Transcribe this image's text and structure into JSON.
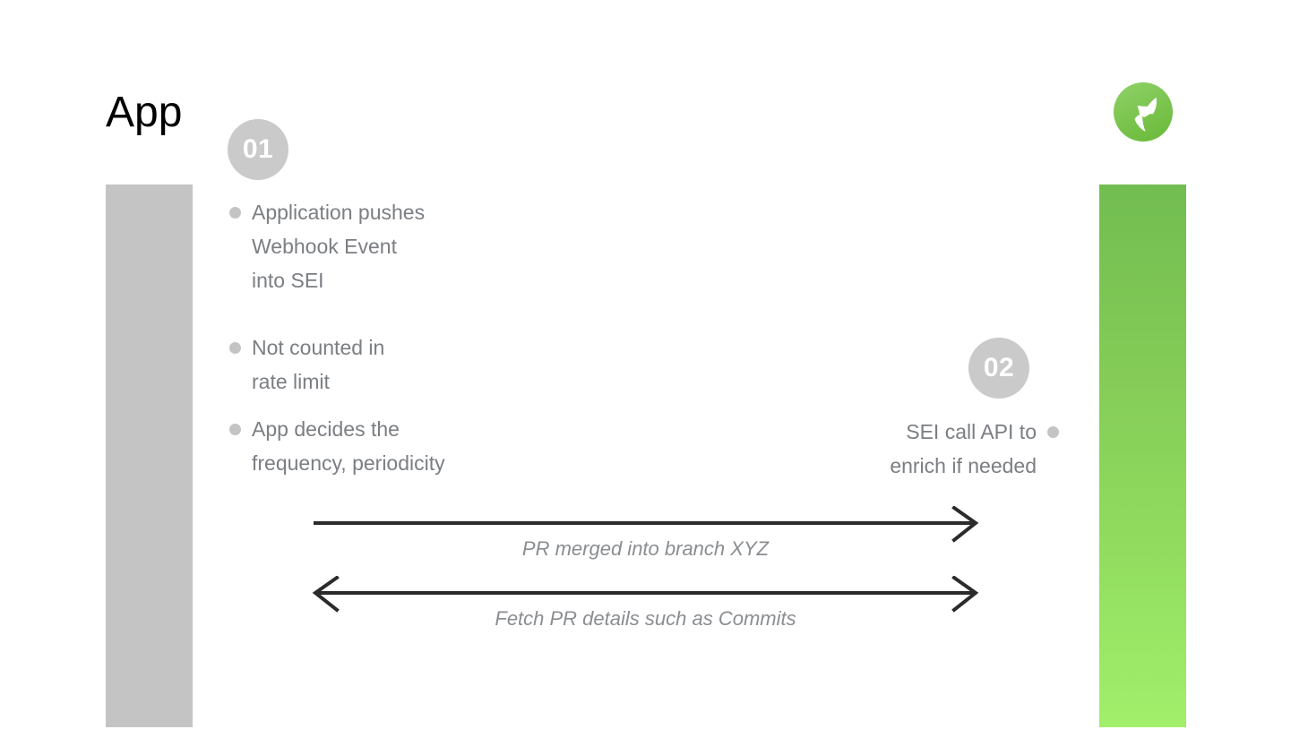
{
  "slide": {
    "title": "App",
    "background_color": "#ffffff"
  },
  "logo": {
    "icon": "propeller-logo-icon",
    "circle_color_top": "#8ccd62",
    "circle_color_bottom": "#73c043",
    "blade_color": "#ffffff"
  },
  "lanes": [
    {
      "name": "app-lane",
      "color": "#c4c4c4"
    },
    {
      "name": "sei-lane",
      "gradient_top": "#72bd51",
      "gradient_bottom": "#a1ef6b"
    }
  ],
  "steps": [
    {
      "number": "01",
      "badge_color": "#cacaca",
      "side": "left",
      "bullets": [
        "Application pushes\nWebhook Event\ninto SEI",
        "Not counted in\nrate limit",
        "App decides the\nfrequency, periodicity"
      ]
    },
    {
      "number": "02",
      "badge_color": "#cacaca",
      "side": "right",
      "bullets": [
        "SEI call API to\nenrich if needed"
      ]
    }
  ],
  "messages": [
    {
      "label": "PR merged into branch XYZ",
      "direction": "right",
      "heads": "single",
      "color": "#2b2b2b"
    },
    {
      "label": "Fetch PR details such as Commits",
      "direction": "both",
      "heads": "double",
      "color": "#2b2b2b"
    }
  ]
}
